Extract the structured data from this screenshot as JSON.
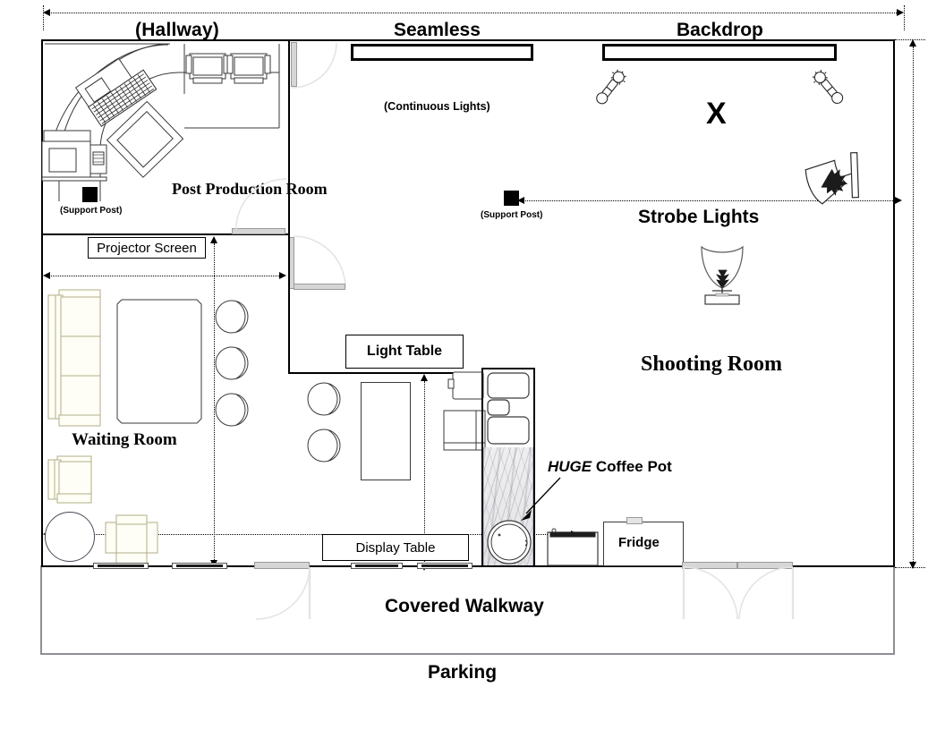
{
  "title": "Photography Studio Floor Plan",
  "rooms": {
    "hallway": "(Hallway)",
    "post_production": "Post Production Room",
    "waiting": "Waiting Room",
    "shooting": "Shooting Room",
    "covered_walkway": "Covered Walkway",
    "parking": "Parking"
  },
  "labels": {
    "seamless": "Seamless",
    "backdrop": "Backdrop",
    "continuous_lights": "(Continuous Lights)",
    "strobe_lights": "Strobe Lights",
    "support_post_left": "(Support Post)",
    "support_post_right": "(Support Post)",
    "projector_screen": "Projector Screen",
    "light_table": "Light Table",
    "display_table": "Display Table",
    "fridge": "Fridge",
    "x_mark": "X"
  },
  "callouts": {
    "coffee_pot_emphasis": "HUGE",
    "coffee_pot_rest": " Coffee Pot"
  },
  "icons": {
    "strobe_left": "strobe-light-icon",
    "strobe_right": "strobe-light-icon",
    "strobe_fill": "strobe-light-reflector-icon",
    "umbrella": "umbrella-light-icon",
    "support_post": "support-post-icon"
  },
  "colors": {
    "wall": "#000000",
    "furniture_outline": "#3a3a3a",
    "upholstery_outline": "#b2ae84",
    "door_leaf": "#d6d6d6",
    "exterior_wall": "#8e8e96",
    "granite": "#e8e8ec"
  }
}
